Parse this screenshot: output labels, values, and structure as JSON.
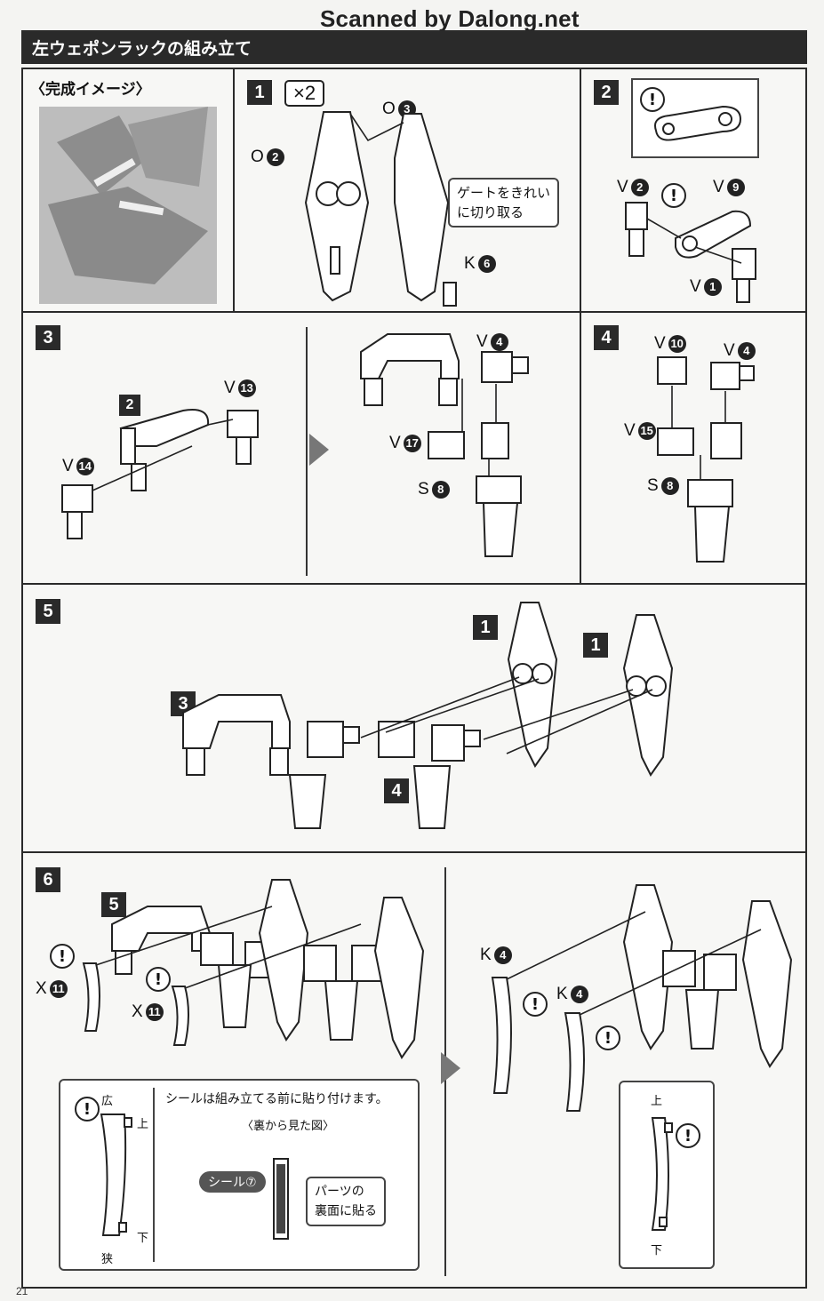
{
  "watermark": "Scanned by Dalong.net",
  "title": "左ウェポンラックの組み立て",
  "preview_label": "〈完成イメージ〉",
  "steps": {
    "s1": {
      "no": "1",
      "multiplier": "×2",
      "parts": {
        "o3": {
          "l": "O",
          "n": "3"
        },
        "o2": {
          "l": "O",
          "n": "2"
        },
        "k6": {
          "l": "K",
          "n": "6"
        }
      },
      "callout": [
        "ゲートをきれい",
        "に切り取る"
      ]
    },
    "s2": {
      "no": "2",
      "warn": "!",
      "parts": {
        "v2": {
          "l": "V",
          "n": "2"
        },
        "v9": {
          "l": "V",
          "n": "9"
        },
        "v1": {
          "l": "V",
          "n": "1"
        }
      }
    },
    "s3": {
      "no": "3",
      "ref": "2",
      "parts": {
        "v13": {
          "l": "V",
          "n": "13"
        },
        "v14": {
          "l": "V",
          "n": "14"
        },
        "v4": {
          "l": "V",
          "n": "4"
        },
        "v17": {
          "l": "V",
          "n": "17"
        },
        "s8": {
          "l": "S",
          "n": "8"
        }
      }
    },
    "s4": {
      "no": "4",
      "parts": {
        "v10": {
          "l": "V",
          "n": "10"
        },
        "v4": {
          "l": "V",
          "n": "4"
        },
        "v15": {
          "l": "V",
          "n": "15"
        },
        "s8": {
          "l": "S",
          "n": "8"
        }
      }
    },
    "s5": {
      "no": "5",
      "refs": {
        "a": "1",
        "b": "1",
        "c": "3",
        "d": "4"
      }
    },
    "s6": {
      "no": "6",
      "ref": "5",
      "parts": {
        "x11a": {
          "l": "X",
          "n": "11"
        },
        "x11b": {
          "l": "X",
          "n": "11"
        },
        "k4a": {
          "l": "K",
          "n": "4"
        },
        "k4b": {
          "l": "K",
          "n": "4"
        }
      },
      "note": "シールは組み立てる前に貼り付けます。",
      "view": "〈裏から見た図〉",
      "wide": "広",
      "narrow": "狭",
      "top": "上",
      "bottom": "下",
      "seal": "シール⑦",
      "stick_callout": [
        "パーツの",
        "裏面に貼る"
      ],
      "detail_top": "上",
      "detail_bottom": "下"
    }
  },
  "page_number": "21"
}
